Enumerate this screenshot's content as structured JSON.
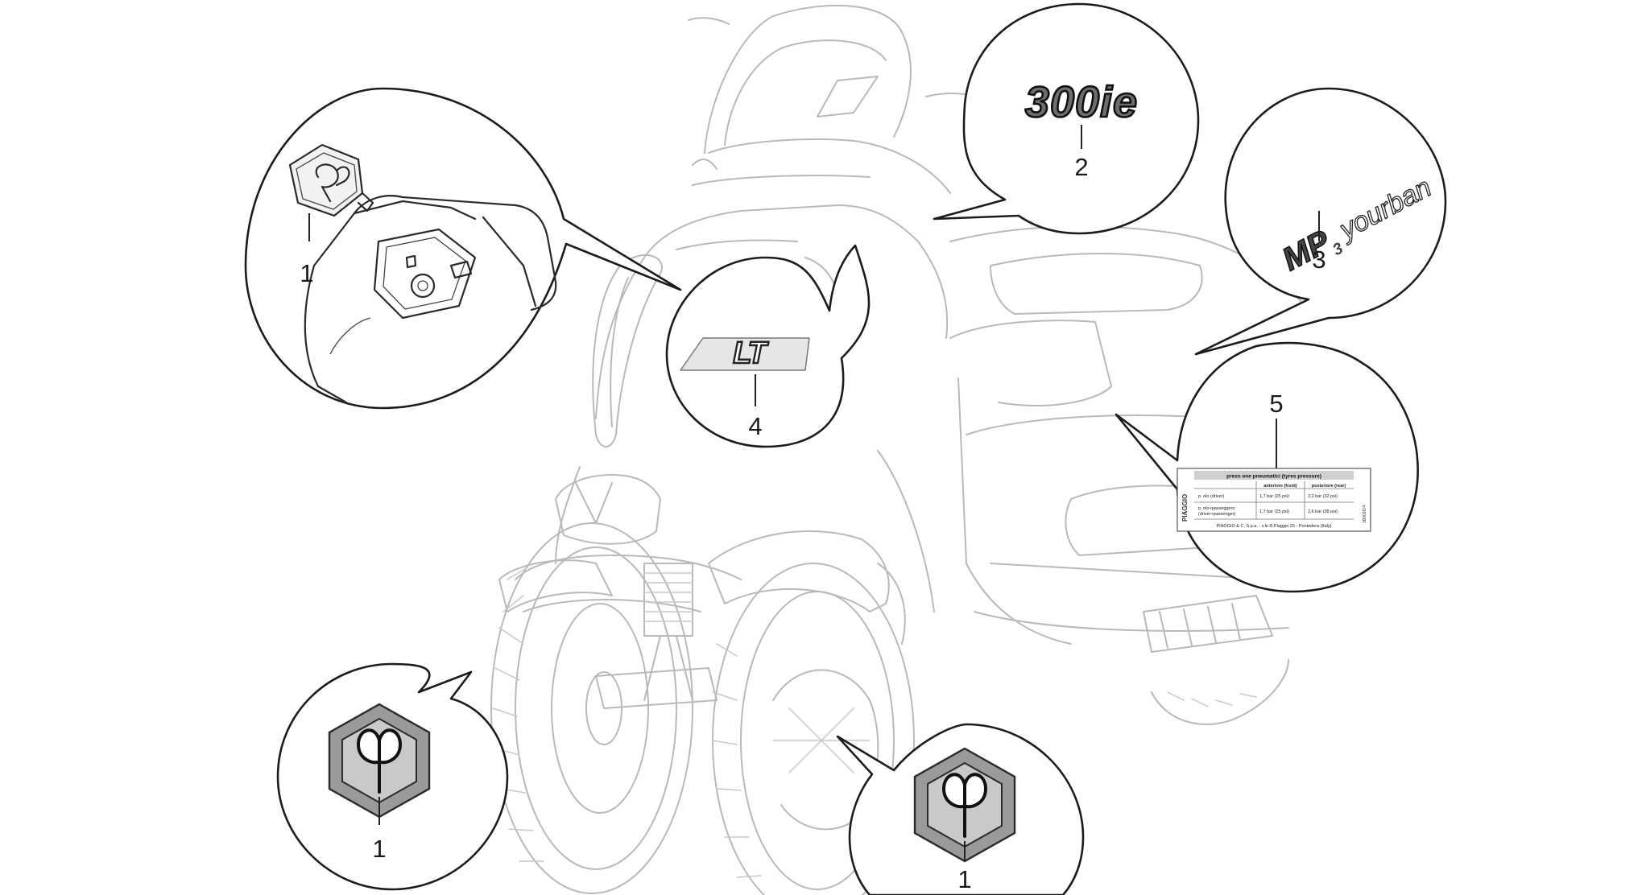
{
  "diagram": {
    "callouts": [
      {
        "id": "callout-badge-key",
        "ref": "1"
      },
      {
        "id": "callout-300ie",
        "ref": "2",
        "decal_text": "300ie"
      },
      {
        "id": "callout-mp3-yourban",
        "ref": "3",
        "decal_text_main": "MP",
        "decal_text_sub": "3",
        "decal_text_script": "yourban"
      },
      {
        "id": "callout-lt",
        "ref": "4",
        "decal_text": "LT"
      },
      {
        "id": "callout-tyre-label",
        "ref": "5"
      },
      {
        "id": "callout-badge-front-left",
        "ref": "1"
      },
      {
        "id": "callout-badge-front-right",
        "ref": "1"
      }
    ],
    "tyre_label": {
      "title": "press one pneumatici (tyres pressure)",
      "brand_vertical": "PIAGGIO",
      "code_vertical": "1B003874",
      "col_front": "anteriore (front)",
      "col_rear": "posteriore (rear)",
      "row1_label": "p. olo (driver)",
      "row1_front": "1,7 bar (25 psi)",
      "row1_rear": "2,2 bar (32 psi)",
      "row2_label_line1": "p. olo+passeggero",
      "row2_label_line2": "(driver+passenger)",
      "row2_front": "1,7 bar (25 psi)",
      "row2_rear": "2,6 bar (38 psi)",
      "footer": "PIAGGIO & C. S.p.a. - v.le R.Piaggio 25 - Pontedera (Italy)"
    },
    "colors": {
      "scooter_line": "#b9b9b9",
      "callout_line": "#1c1c1c",
      "badge_dark": "#9a9a9a",
      "badge_light": "#c9c9c9"
    }
  }
}
